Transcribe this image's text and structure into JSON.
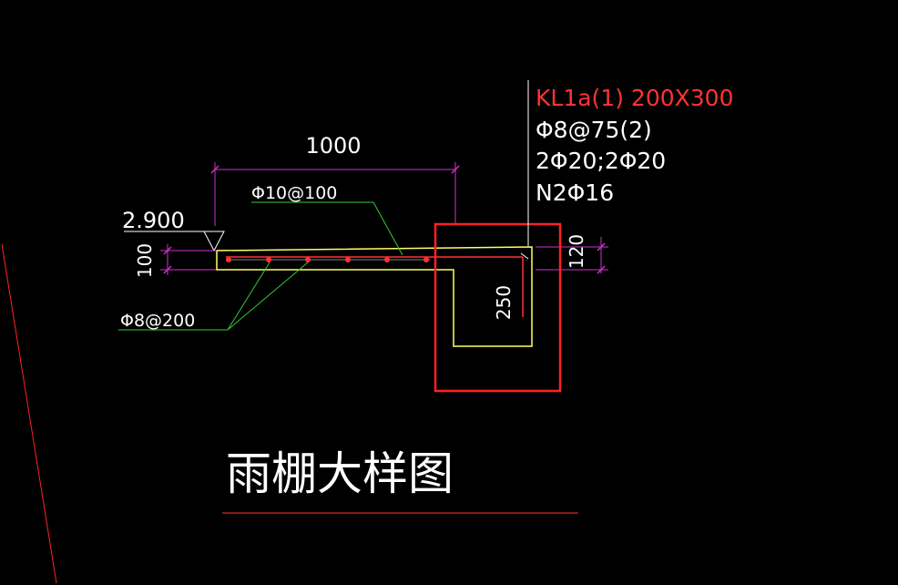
{
  "drawing": {
    "title": "雨棚大样图",
    "elevation": "2.900",
    "dim_length": "1000",
    "dim_slab_thickness": "100",
    "dim_beam_right": "120",
    "dim_anchor": "250",
    "rebar_top": "Φ10@100",
    "rebar_distribution": "Φ8@200"
  },
  "beam_annotation": {
    "line1": "KL1a(1) 200X300",
    "line2": "Φ8@75(2)",
    "line3": "2Φ20;2Φ20",
    "line4": "N2Φ16"
  },
  "colors": {
    "background": "#000000",
    "dimension": "#cc33cc",
    "leader": "#33cc33",
    "outline": "#ffff66",
    "rebar": "#ff3333",
    "highlight_box": "#ff2222",
    "text": "#ffffff",
    "annotation_title": "#ff3333"
  }
}
